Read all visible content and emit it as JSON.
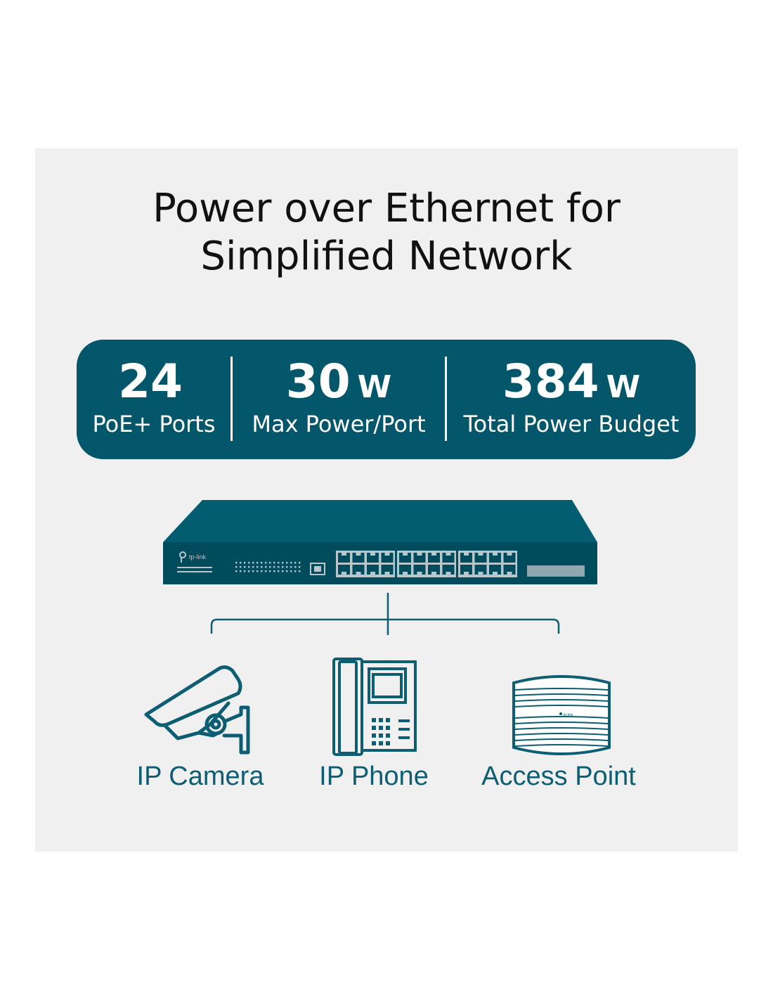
{
  "title": {
    "line1": "Power over Ethernet for",
    "line2": "Simplified Network"
  },
  "stats": [
    {
      "value": "24",
      "unit": "",
      "label": "PoE+ Ports"
    },
    {
      "value": "30",
      "unit": "W",
      "label": "Max Power/Port"
    },
    {
      "value": "384",
      "unit": "W",
      "label": "Total Power Budget"
    }
  ],
  "switch": {
    "brand": "tp-link"
  },
  "devices": [
    {
      "label": "IP Camera",
      "icon": "ip-camera-icon"
    },
    {
      "label": "IP Phone",
      "icon": "ip-phone-icon"
    },
    {
      "label": "Access Point",
      "icon": "access-point-icon"
    }
  ],
  "colors": {
    "accent": "#04566a",
    "panel_background": "#f0f0f0",
    "label": "#0d5d73"
  }
}
